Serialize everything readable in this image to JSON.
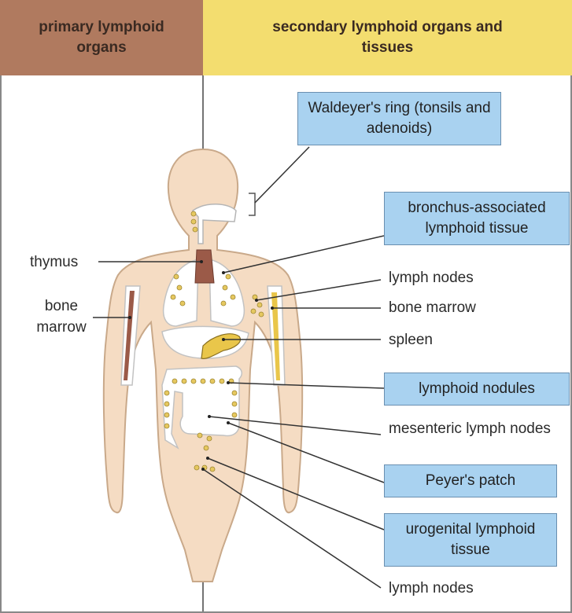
{
  "headers": {
    "primary": "primary lymphoid organs",
    "secondary": "secondary lymphoid organs and tissues"
  },
  "left_labels": {
    "thymus": "thymus",
    "bone_marrow": "bone marrow"
  },
  "right_labels": {
    "waldeyer": "Waldeyer's ring (tonsils and adenoids)",
    "bronchus": "bronchus-associated lymphoid tissue",
    "lymph_nodes_upper": "lymph nodes",
    "bone_marrow": "bone marrow",
    "spleen": "spleen",
    "lymphoid_nodules": "lymphoid nodules",
    "mesenteric": "mesenteric lymph nodes",
    "peyers": "Peyer's patch",
    "urogenital": "urogenital lymphoid tissue",
    "lymph_nodes_lower": "lymph nodes"
  },
  "colors": {
    "primary_header": "#b07a5f",
    "secondary_header": "#f3dd6f",
    "box_fill": "#a9d2f0",
    "skin": "#f5dcc3",
    "organ": "#ffffff",
    "node": "#e6c860",
    "thymus": "#9b5a48"
  }
}
